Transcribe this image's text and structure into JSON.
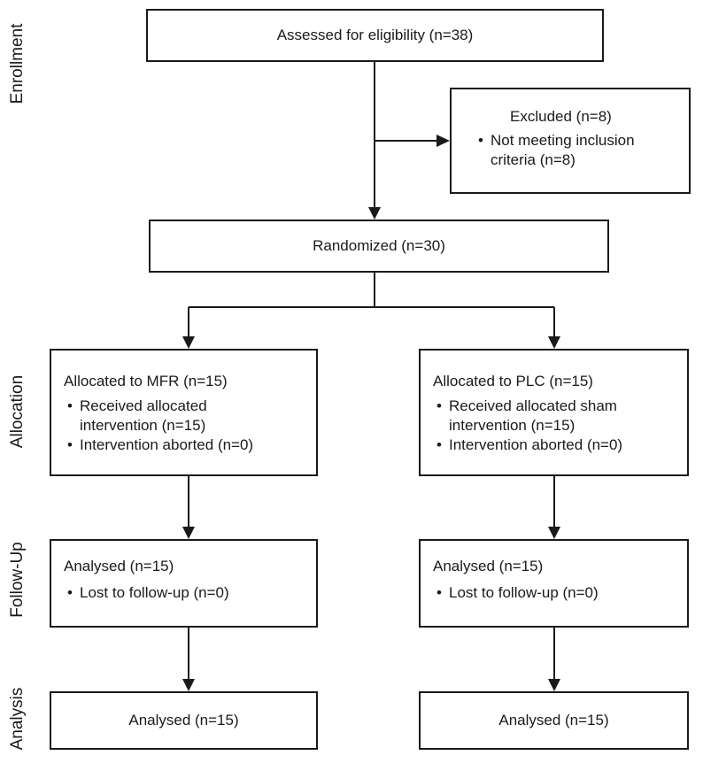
{
  "stages": {
    "enrollment": "Enrollment",
    "allocation": "Allocation",
    "follow_up": "Follow-Up",
    "analysis": "Analysis"
  },
  "enrollment": {
    "assessed": "Assessed for eligibility (n=38)",
    "excluded_title": "Excluded (n=8)",
    "excluded_reason_1": "Not meeting inclusion",
    "excluded_reason_2": "criteria (n=8)"
  },
  "randomized": "Randomized (n=30)",
  "arms": [
    {
      "allocated": "Allocated to MFR (n=15)",
      "received_1": "Received allocated",
      "received_2": "intervention (n=15)",
      "aborted": "Intervention aborted (n=0)",
      "followup_title": "Analysed (n=15)",
      "lost": "Lost to follow-up (n=0)",
      "analysis": "Analysed (n=15)"
    },
    {
      "allocated": "Allocated to PLC (n=15)",
      "received_1": "Received allocated sham",
      "received_2": "intervention (n=15)",
      "aborted": "Intervention aborted (n=0)",
      "followup_title": "Analysed (n=15)",
      "lost": "Lost to follow-up (n=0)",
      "analysis": "Analysed (n=15)"
    }
  ]
}
